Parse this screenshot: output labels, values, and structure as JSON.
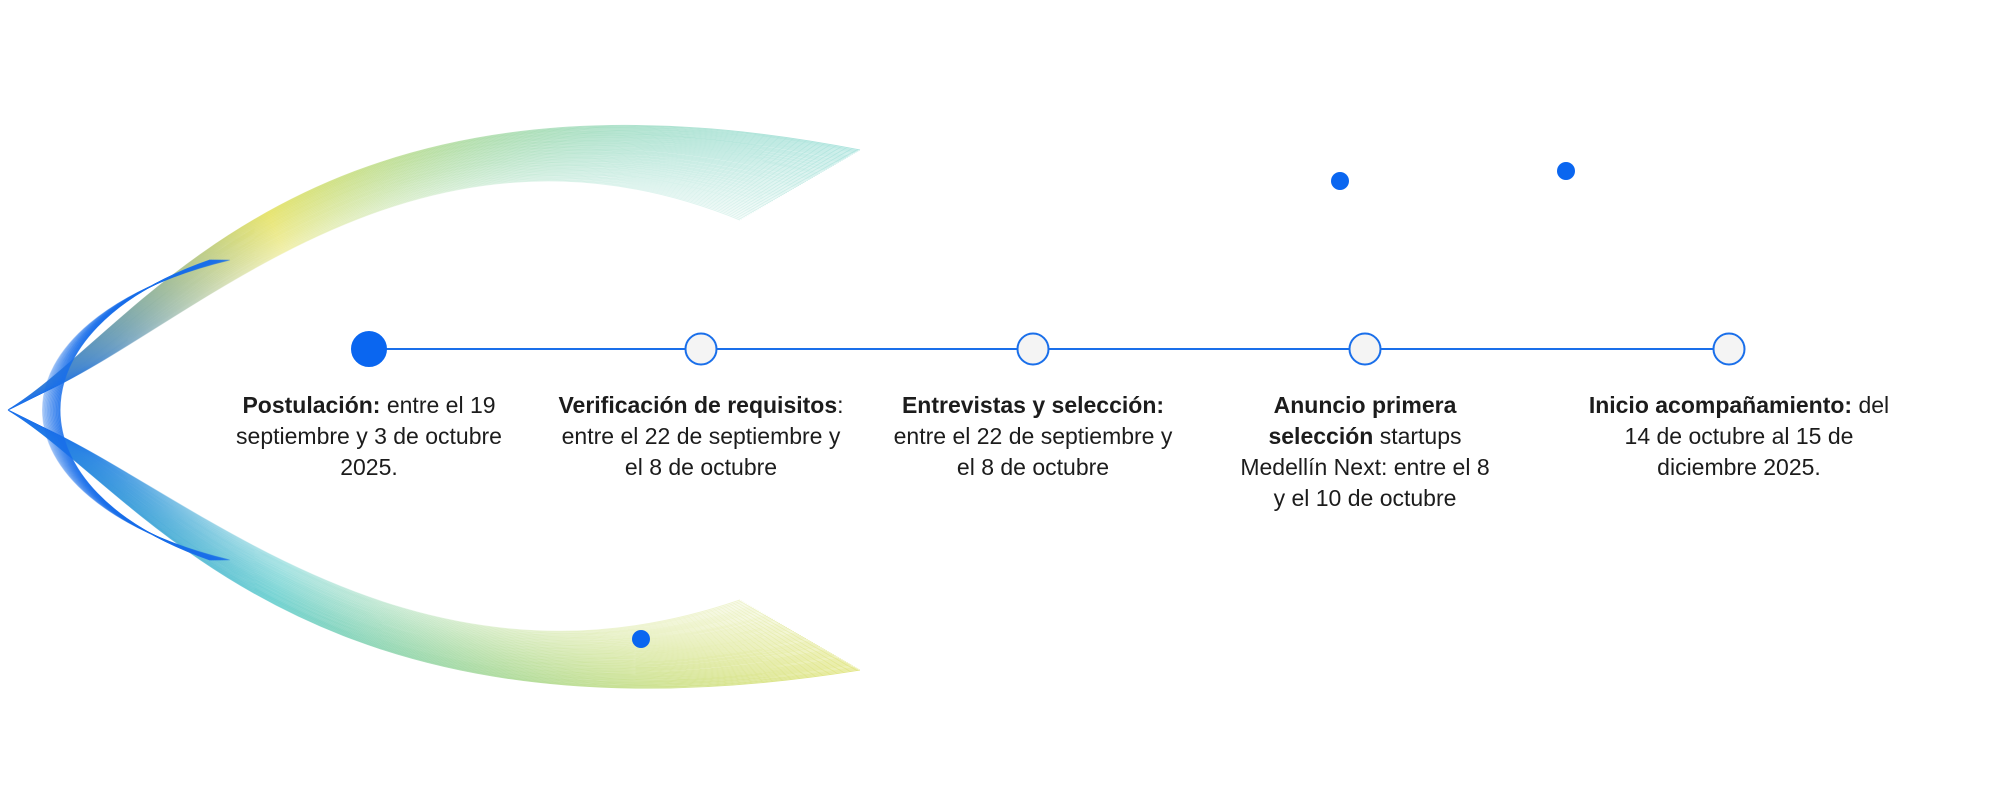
{
  "colors": {
    "accent": "#0a66f0",
    "line": "#1a6fea",
    "pending_node_fill": "#f4f4f4",
    "text": "#1c1c1c",
    "wave_blue": "#1a6fea",
    "wave_teal": "#4fc7c7",
    "wave_yellow": "#e3e05a"
  },
  "decor": {
    "wave_graphic": "gradient-line-wave",
    "accent_dots": 3
  },
  "timeline": {
    "steps": [
      {
        "state": "active",
        "bold": "Postulación:",
        "text": " entre el 19 septiembre y 3 de octubre 2025."
      },
      {
        "state": "pending",
        "bold": "Verificación de requisitos",
        "text": ": entre el 22 de septiembre y el 8 de octubre"
      },
      {
        "state": "pending",
        "bold": "Entrevistas y selección:",
        "text": " entre el 22 de septiembre y el 8 de octubre"
      },
      {
        "state": "pending",
        "bold": "Anuncio primera selección",
        "text": " startups Medellín Next: entre el 8 y el 10 de octubre"
      },
      {
        "state": "pending",
        "bold": "Inicio acompañamiento:",
        "text": " del 14 de octubre al 15 de diciembre 2025."
      }
    ]
  }
}
